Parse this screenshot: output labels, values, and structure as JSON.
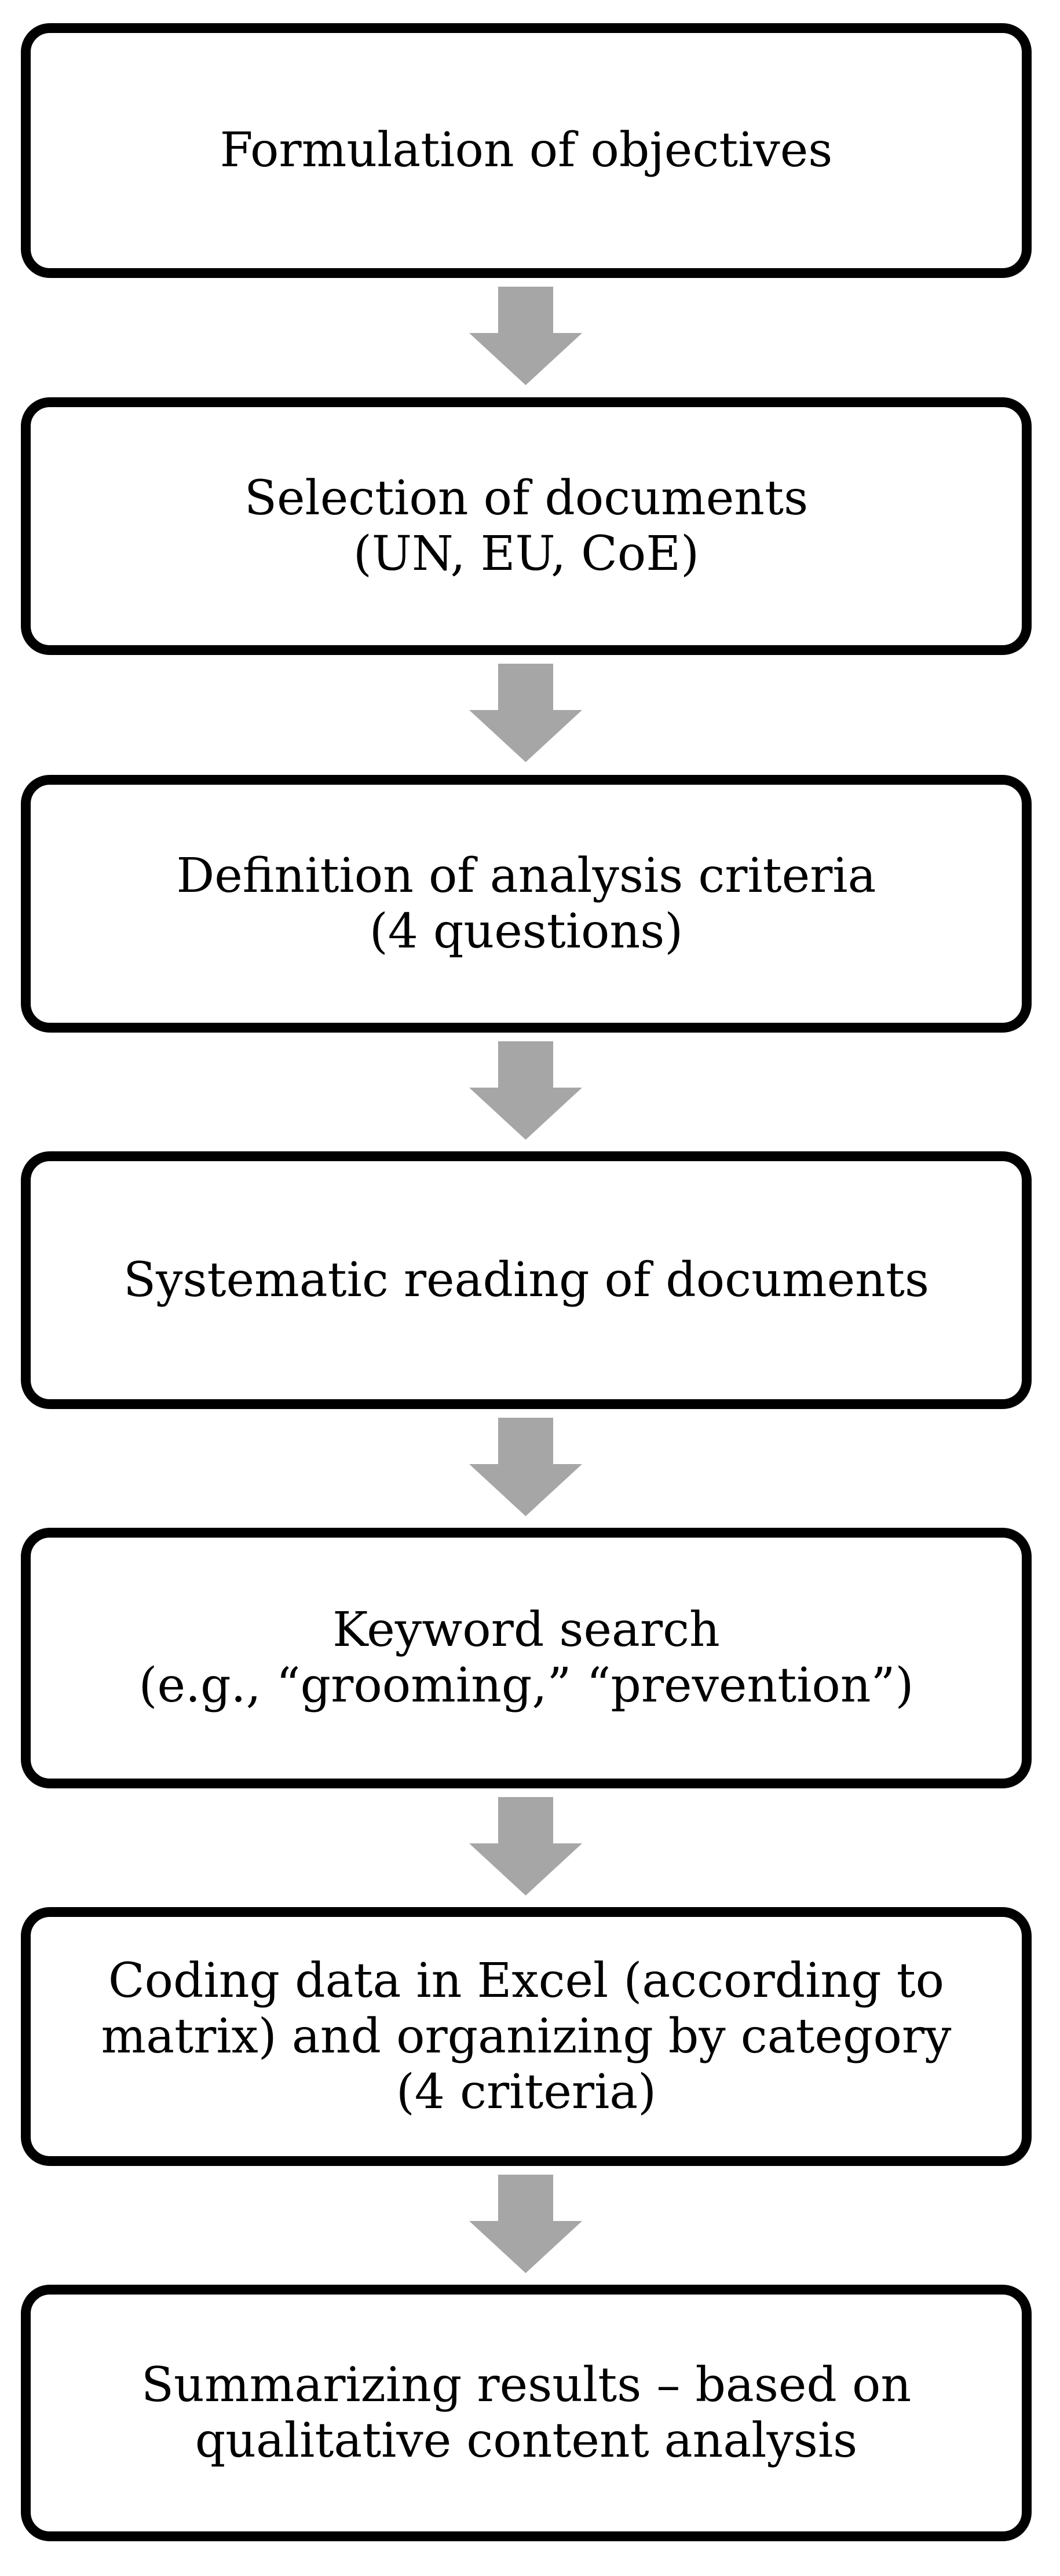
{
  "steps": [
    {
      "lines": [
        "Formulation of objectives"
      ]
    },
    {
      "lines": [
        "Selection of documents",
        "(UN, EU, CoE)"
      ]
    },
    {
      "lines": [
        "Definition of analysis criteria",
        "(4 questions)"
      ]
    },
    {
      "lines": [
        "Systematic reading of documents"
      ]
    },
    {
      "lines": [
        "Keyword search",
        "(e.g., “grooming,” “prevention”)"
      ]
    },
    {
      "lines": [
        "Coding data in Excel (according to",
        "matrix) and organizing by category",
        "(4 criteria)"
      ]
    },
    {
      "lines": [
        "Summarizing results – based on",
        "qualitative content analysis"
      ]
    }
  ],
  "colors": {
    "box_border": "#000000",
    "box_fill": "#ffffff",
    "arrow_fill": "#a6a6a6",
    "text": "#000000"
  },
  "icons": {
    "connector": "down-arrow-icon"
  }
}
